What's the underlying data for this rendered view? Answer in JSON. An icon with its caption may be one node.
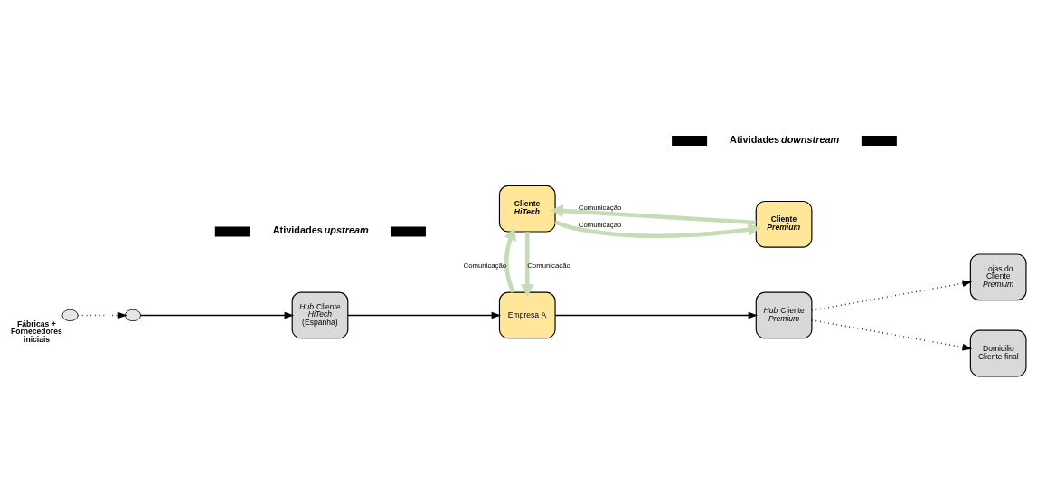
{
  "diagram": {
    "nodes": [
      {
        "text": [],
        "shape": "circle",
        "beside": [
          "Fábricas + Fornecedores iniciais"
        ]
      },
      {
        "text": [],
        "shape": "circle"
      },
      {
        "text": [
          "*Hub* Cliente *HiTech* (Espanha)"
        ]
      },
      {
        "text": [
          "Empresa A"
        ]
      },
      {
        "text": [
          "*Hub* Cliente *Premium*"
        ]
      },
      {
        "text": [
          "Lojas do Cliente *Premium*"
        ]
      },
      {
        "text": [
          "Domicilio Cliente final"
        ]
      },
      {
        "text": [
          "Cliente *HiTech*"
        ]
      },
      {
        "text": [
          "Cliente *Premium*"
        ]
      }
    ],
    "edges": [
      {
        "from": 0,
        "to": 1,
        "arrow": "to",
        "style": "dashed"
      },
      {
        "from": 1,
        "to": 2,
        "arrow": "to"
      },
      {
        "from": 2,
        "to": 3,
        "arrow": "to"
      },
      {
        "from": 3,
        "to": 4,
        "arrow": "to"
      },
      {
        "from": 4,
        "to": 5,
        "arrow": "to",
        "style": "dashed"
      },
      {
        "from": 4,
        "to": 6,
        "arrow": "to",
        "style": "dashed"
      },
      {
        "from": 7,
        "to": 3,
        "arrow": "to",
        "label": "Comunicação",
        "style": "thick",
        "color": "#c5dcb6"
      },
      {
        "from": 3,
        "to": 7,
        "arrow": "to",
        "label": "Comunicação",
        "style": "thick",
        "color": "#c5dcb6"
      },
      {
        "from": 8,
        "to": 7,
        "arrow": "to",
        "label": "Comunicação",
        "style": "thick",
        "color": "#c5dcb6"
      },
      {
        "from": 7,
        "to": 8,
        "arrow": "to",
        "label": "Comunicação",
        "style": "thick",
        "color": "#c5dcb6"
      }
    ],
    "labels": [
      "Atividades *upstream*",
      "Atividades *downstream*"
    ]
  }
}
